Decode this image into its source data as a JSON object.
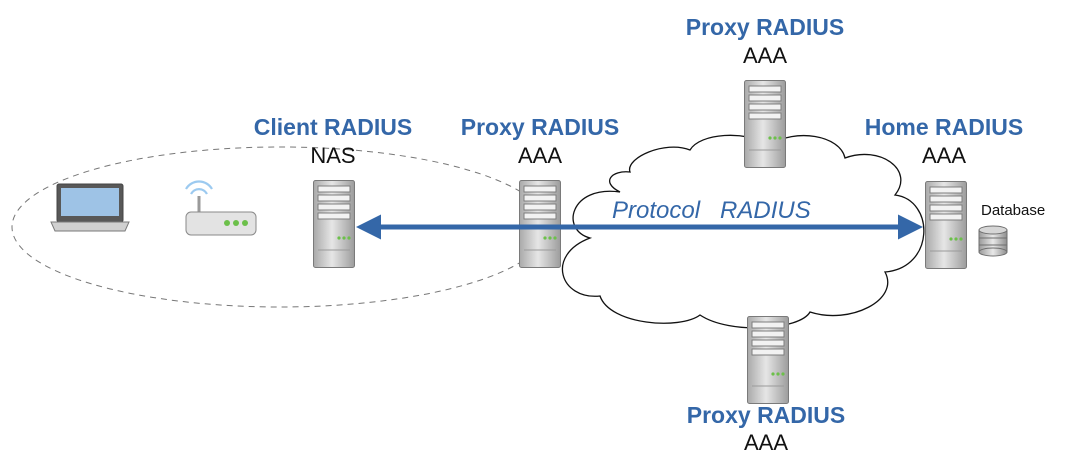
{
  "colors": {
    "accent": "#3467a8",
    "text": "#111111",
    "arrow": "#3467a8",
    "server": "#c8c8c8",
    "led": "#6cc04a"
  },
  "nodes": {
    "client": {
      "role": "Client RADIUS",
      "sub": "NAS"
    },
    "proxy_main": {
      "role": "Proxy RADIUS",
      "sub": "AAA"
    },
    "proxy_top": {
      "role": "Proxy RADIUS",
      "sub": "AAA"
    },
    "proxy_bottom": {
      "role": "Proxy RADIUS",
      "sub": "AAA"
    },
    "home": {
      "role": "Home RADIUS",
      "sub": "AAA"
    }
  },
  "link_label": "Protocol   RADIUS",
  "database_label": "Database",
  "icons": [
    "laptop-icon",
    "wifi-router-icon",
    "server-icon",
    "database-icon",
    "cloud-shape",
    "double-arrow"
  ]
}
